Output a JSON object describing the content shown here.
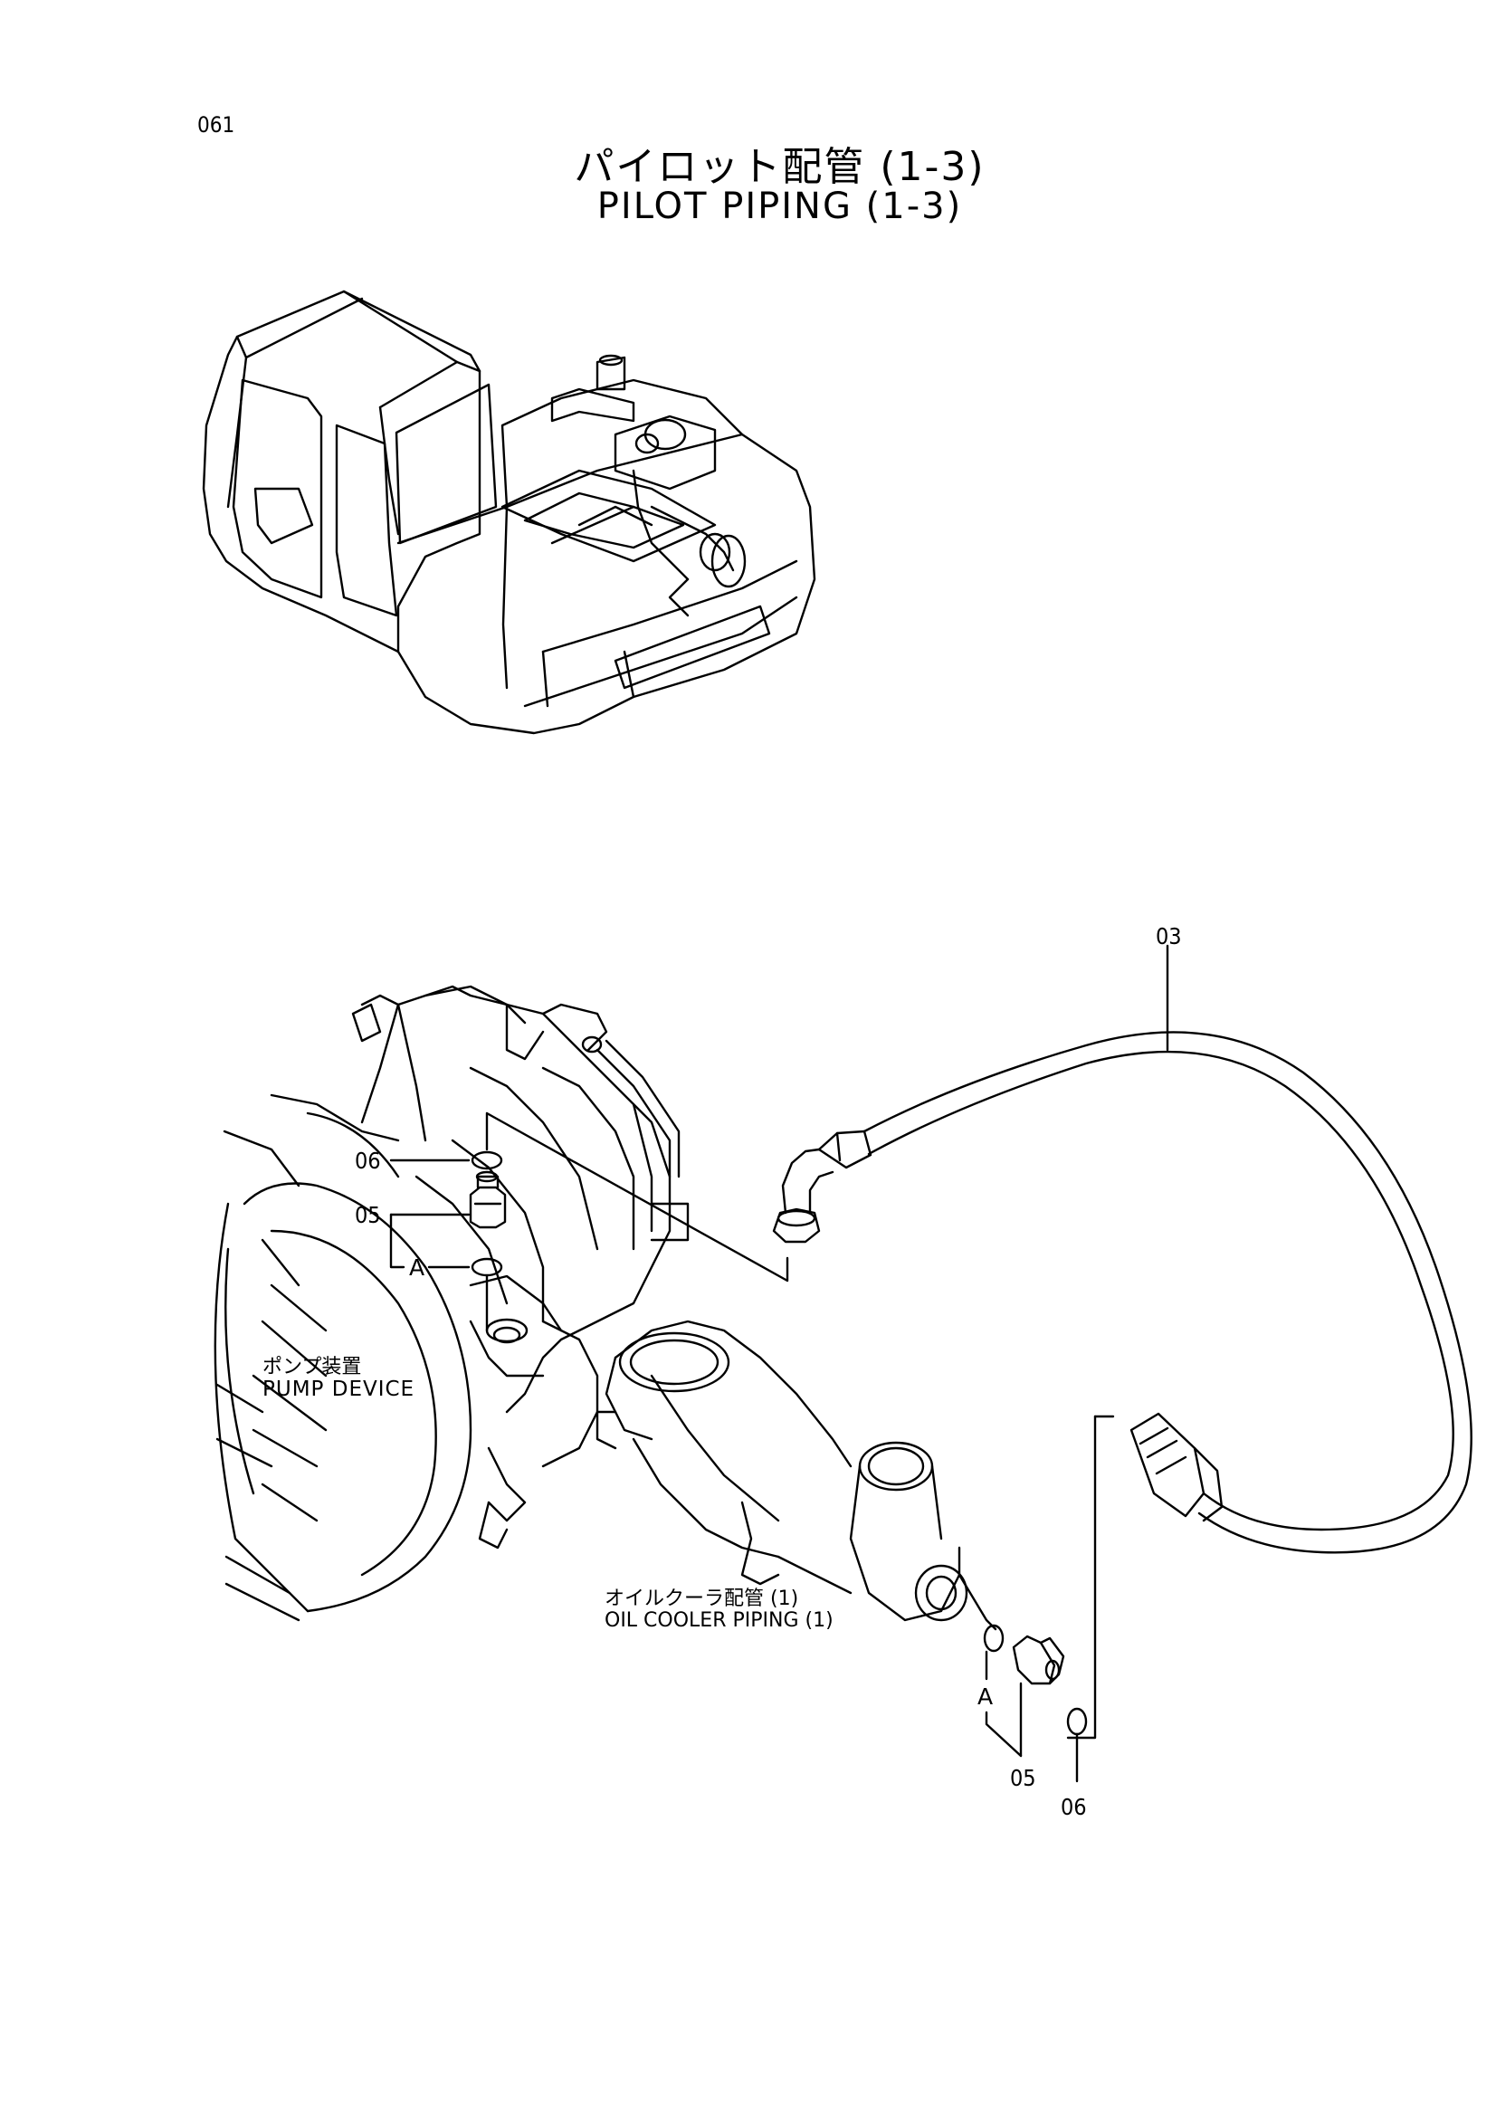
{
  "page_number": "061",
  "title_jp": "パイロット配管 (1-3)",
  "title_en": "PILOT PIPING (1-3)",
  "labels": {
    "part_03": "03",
    "part_06_top": "06",
    "part_05_top": "05",
    "ref_a_top": "A",
    "pump_device_jp": "ポンプ装置",
    "pump_device_en": "PUMP DEVICE",
    "oil_cooler_jp": "オイルクーラ配管 (1)",
    "oil_cooler_en": "OIL COOLER PIPING (1)",
    "ref_a_bottom": "A",
    "part_05_bottom": "05",
    "part_06_bottom": "06"
  }
}
